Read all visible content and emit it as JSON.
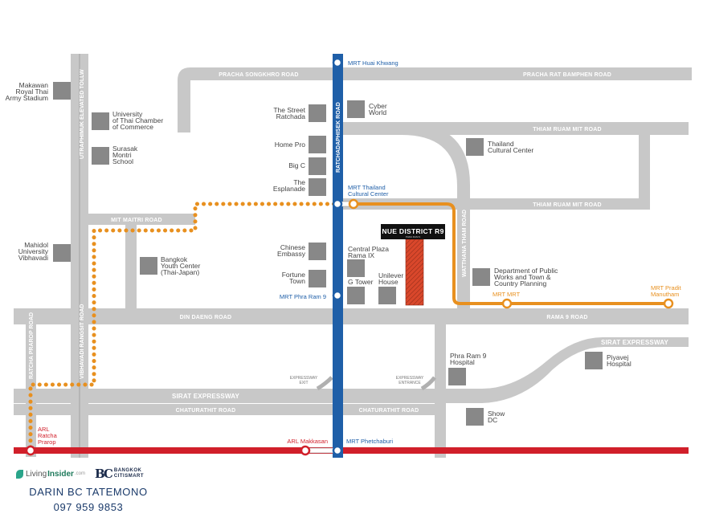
{
  "colors": {
    "road": "#c8c8c8",
    "mrt_blue": "#1f5fa8",
    "orange": "#e8901f",
    "arl_red": "#d11f2a",
    "building": "#888888",
    "hatch": "#d9472b"
  },
  "roads": {
    "pracha_songkhro": "PRACHA SONGKHRO ROAD",
    "pracha_rat_bamphen": "PRACHA RAT BAMPHEN ROAD",
    "thiam_ruam_mit_1": "THIAM RUAM MIT ROAD",
    "thiam_ruam_mit_2": "THIAM RUAM MIT ROAD",
    "mit_maitri": "MIT MAITRI ROAD",
    "din_daeng": "DIN DAENG ROAD",
    "rama9": "RAMA 9 ROAD",
    "sirat_expressway_main": "SIRAT EXPRESSWAY",
    "sirat_expressway_ne": "SIRAT EXPRESSWAY",
    "chaturathit_1": "CHATURATHIT ROAD",
    "chaturathit_2": "CHATURATHIT ROAD",
    "ratchadaphisek": "RATCHADAPHISEK ROAD",
    "utraphimuk": "UTRAPHIMUK ELEVATED TOLLW",
    "vibhavadi": "VIBHAVADI RANGSIT ROAD",
    "ratcha_prarop": "RATCHA PRAROP ROAD",
    "watthana_tham": "WATTHANA THAM ROAD"
  },
  "expressway_exit": [
    "EXPRESSWAY",
    "EXIT"
  ],
  "expressway_entrance": [
    "EXPRESSWAY",
    "ENTRANCE"
  ],
  "stations": {
    "huai_khwang": "MRT Huai Khwang",
    "thailand_cultural_center": [
      "MRT Thailand",
      "Cultural Center"
    ],
    "phra_ram_9": "MRT Phra Ram 9",
    "phetchaburi": "MRT Phetchaburi",
    "mrt_mrt": "MRT MRT",
    "pradit_manutham": [
      "MRT Pradit",
      "Manutham"
    ],
    "arl_makkasan": "ARL Makkasan",
    "arl_ratcha_prarop": [
      "ARL",
      "Ratcha",
      "Prarop"
    ]
  },
  "pois": {
    "makawan": [
      "Makawan",
      "Royal Thai",
      "Army Stadium"
    ],
    "utcc": [
      "University",
      "of Thai Chamber",
      "of Commerce"
    ],
    "surasak": [
      "Surasak",
      "Montri",
      "School"
    ],
    "street_ratchada": [
      "The Street",
      "Ratchada"
    ],
    "cyber_world": [
      "Cyber",
      "World"
    ],
    "home_pro": "Home Pro",
    "big_c": "Big C",
    "esplanade": [
      "The",
      "Esplanade"
    ],
    "thailand_cultural_center": [
      "Thailand",
      "Cultural Center"
    ],
    "mahidol": [
      "Mahidol",
      "University",
      "Vibhavadi"
    ],
    "bangkok_youth": [
      "Bangkok",
      "Youth Center",
      "(Thai-Japan)"
    ],
    "chinese_embassy": [
      "Chinese",
      "Embassy"
    ],
    "central_plaza": [
      "Central Plaza",
      "Rama IX"
    ],
    "fortune_town": [
      "Fortune",
      "Town"
    ],
    "g_tower": "G Tower",
    "unilever": [
      "Unilever",
      "House"
    ],
    "dept_public_works": [
      "Department of Public",
      "Works and Town &",
      "Country Planning"
    ],
    "phra_ram9_hospital": [
      "Phra Ram 9",
      "Hospital"
    ],
    "piyavej": [
      "Piyavej",
      "Hospital"
    ],
    "show_dc": [
      "Show",
      "DC"
    ]
  },
  "project": {
    "name": "NUE DISTRICT R9",
    "sub": "PHRA RAM 9"
  },
  "footer": {
    "livinginsider_a": "Living",
    "livinginsider_b": "Insider",
    "livinginsider_c": ".com",
    "bc_mark": "BC",
    "bc_line1": "BANGKOK",
    "bc_line2": "CITISMART",
    "agent_name": "DARIN BC TATEMONO",
    "agent_phone": "097 959 9853"
  }
}
